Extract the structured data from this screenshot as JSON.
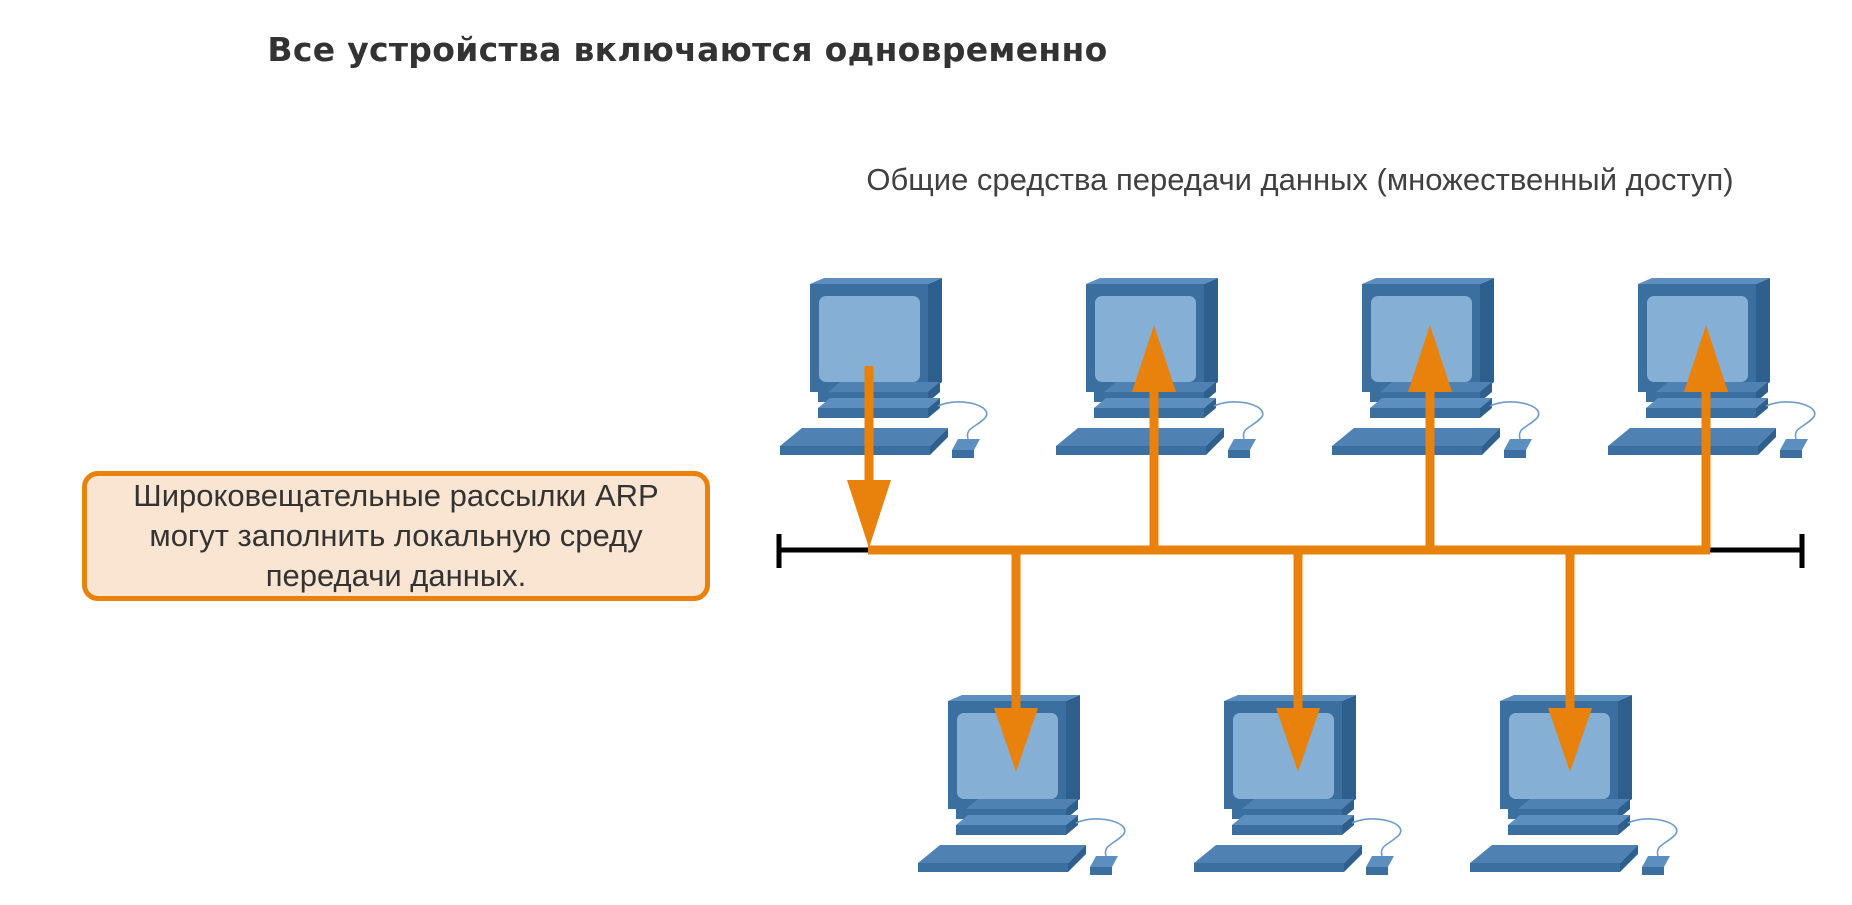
{
  "title": "Все устройства включаются одновременно",
  "subtitle": "Общие средства передачи данных (множественный доступ)",
  "callout": "Широковещательные рассылки ARP могут заполнить локальную среду передачи данных.",
  "colors": {
    "broadcast": "#e8820c",
    "bus_end": "#000000",
    "pc_body": "#3a6f9f",
    "pc_screen": "#86afd6",
    "callout_fill": "#fae5d2"
  },
  "hosts": [
    {
      "id": "pc-top-1",
      "row": "top",
      "role": "sender"
    },
    {
      "id": "pc-top-2",
      "row": "top",
      "role": "receiver"
    },
    {
      "id": "pc-top-3",
      "row": "top",
      "role": "receiver"
    },
    {
      "id": "pc-top-4",
      "row": "top",
      "role": "receiver"
    },
    {
      "id": "pc-bottom-1",
      "row": "bottom",
      "role": "receiver"
    },
    {
      "id": "pc-bottom-2",
      "row": "bottom",
      "role": "receiver"
    },
    {
      "id": "pc-bottom-3",
      "row": "bottom",
      "role": "receiver"
    }
  ]
}
